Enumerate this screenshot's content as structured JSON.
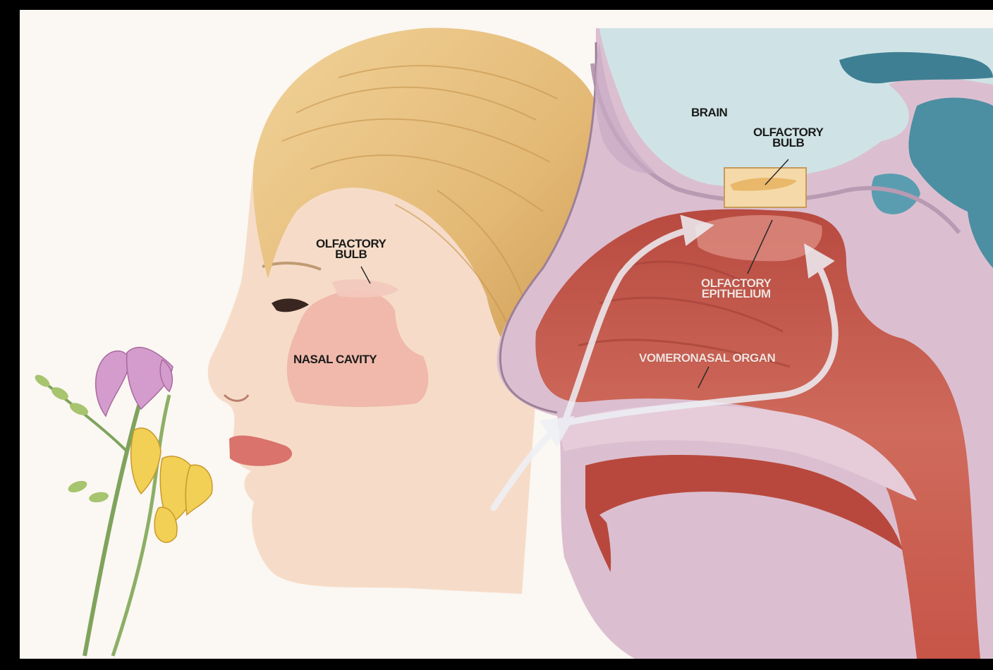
{
  "labels": {
    "brain": "BRAIN",
    "olfactory_bulb_section": [
      "OLFACTORY",
      "BULB"
    ],
    "olfactory_bulb_face": [
      "OLFACTORY",
      "BULB"
    ],
    "nasal_cavity": "NASAL CAVITY",
    "olfactory_epithelium": [
      "OLFACTORY",
      "EPITHELIUM"
    ],
    "vomeronasal_organ": "VOMERONASAL ORGAN"
  },
  "colors": {
    "background": "#000000",
    "paper": "#fbf7f2",
    "skin": "#f6dcc8",
    "hair": "#e6bf7c",
    "nasal_cavity_face": "#eeb3a6",
    "tissue": "#dbbfd0",
    "cavity": "#c4574b",
    "brain": "#cfe3e6",
    "dark_teal": "#3f7f93",
    "flower_pink": "#d49ccd",
    "flower_yellow": "#f2cf55",
    "stem": "#7fa35c"
  }
}
